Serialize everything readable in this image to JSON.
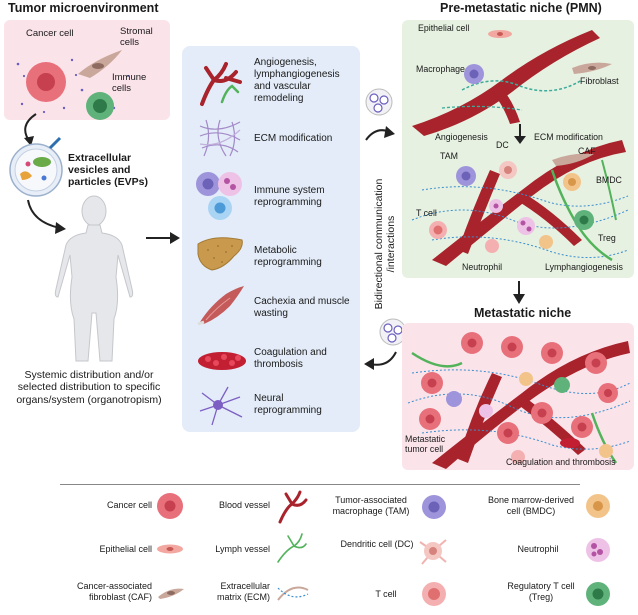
{
  "left": {
    "title": "Tumor microenvironment",
    "cancer_cell": "Cancer cell",
    "stromal_cells": "Stromal cells",
    "immune_cells": "Immune cells",
    "evps": "Extracellular vesicles and particles (EVPs)",
    "distribution": "Systemic distribution and/or selected distribution to specific organs/system (organotropism)"
  },
  "middle": {
    "items": [
      {
        "label": "Angiogenesis, lymphangiogenesis and vascular remodeling",
        "icon": "blood-vessel-icon"
      },
      {
        "label": "ECM modification",
        "icon": "ecm-icon"
      },
      {
        "label": "Immune system reprogramming",
        "icon": "immune-cells-icon"
      },
      {
        "label": "Metabolic reprogramming",
        "icon": "liver-icon"
      },
      {
        "label": "Cachexia and muscle wasting",
        "icon": "muscle-icon"
      },
      {
        "label": "Coagulation and thrombosis",
        "icon": "clot-icon"
      },
      {
        "label": "Neural reprogramming",
        "icon": "neuron-icon"
      }
    ],
    "bidirectional": "Bidirectional communication /interactions"
  },
  "pmn": {
    "title": "Pre-metastatic niche (PMN)",
    "epithelial_cell": "Epithelial cell",
    "macrophage": "Macrophage",
    "fibroblast": "Fibroblast",
    "angiogenesis": "Angiogenesis",
    "ecm_modification": "ECM modification",
    "dc": "DC",
    "tam": "TAM",
    "caf": "CAF",
    "bmdc": "BMDC",
    "t_cell": "T cell",
    "treg": "Treg",
    "neutrophil": "Neutrophil",
    "lymphangiogenesis": "Lymphangiogenesis"
  },
  "metastatic": {
    "title": "Metastatic niche",
    "tumor_cell": "Metastatic tumor cell",
    "coagulation": "Coagulation and thrombosis"
  },
  "legend": {
    "col1": [
      "Cancer cell",
      "Epithelial cell",
      "Cancer-associated fibroblast (CAF)"
    ],
    "col2": [
      "Blood vessel",
      "Lymph vessel",
      "Extracellular matrix (ECM)"
    ],
    "col3": [
      "Tumor-associated macrophage (TAM)",
      "Dendritic cell (DC)",
      "T cell"
    ],
    "col4": [
      "Bone marrow-derived cell (BMDC)",
      "Neutrophil",
      "Regulatory T cell (Treg)"
    ]
  },
  "colors": {
    "vessel": "#a8232b",
    "cancer": "#e05a66",
    "tam": "#8a84d8",
    "bmdc": "#f2c48a",
    "neutrophil": "#d77cc8",
    "treg": "#4fa06a",
    "lymph": "#52b35a",
    "ecm": "#3a8fd0"
  }
}
